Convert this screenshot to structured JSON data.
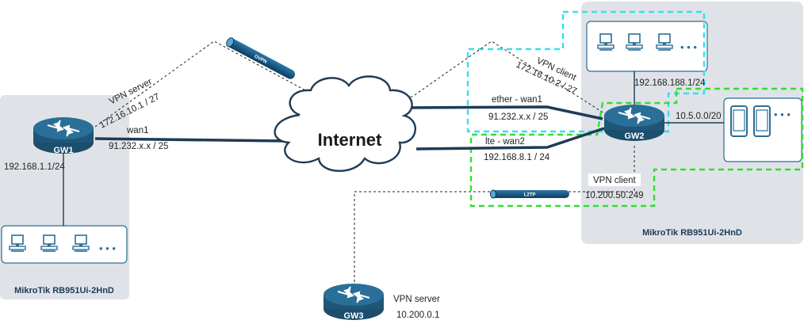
{
  "left_site": {
    "title": "MikroTik RB951Ui-2HnD",
    "router": "GW1",
    "lan_ip": "192.168.1.1/24",
    "wan_name": "wan1",
    "wan_ip": "91.232.x.x / 25",
    "vpn_role": "VPN server",
    "vpn_ip": "172.16.10.1 / 27",
    "dots": "• • •"
  },
  "right_site": {
    "title": "MikroTik RB951Ui-2HnD",
    "router": "GW2",
    "lan_ip": "192.168.188.1/24",
    "mobile_net": "10.5.0.0/20",
    "wan1_name": "ether - wan1",
    "wan1_ip": "91.232.x.x / 25",
    "wan2_name": "lte - wan2",
    "wan2_ip": "192.168.8.1 / 24",
    "vpn_client_role": "VPN client",
    "vpn_client_ip": "172.16.10.2 / 27",
    "l2tp_client_role": "VPN client",
    "l2tp_client_ip": "10.200.50.249",
    "dots": "• • •"
  },
  "internet": {
    "label": "Internet"
  },
  "tunnels": {
    "ovpn": "OVPN",
    "l2tp": "L2TP"
  },
  "bottom_site": {
    "router": "GW3",
    "vpn_role": "VPN server",
    "vpn_ip": "10.200.0.1"
  },
  "colors": {
    "router_fill": "#2a6f97",
    "router_dark": "#1f5677",
    "panel_bg": "#dfe3e8",
    "cyan_dash": "#34e0f0",
    "green_dash": "#33dd33",
    "link": "#1f3b55",
    "device_border": "#2a6f97"
  }
}
